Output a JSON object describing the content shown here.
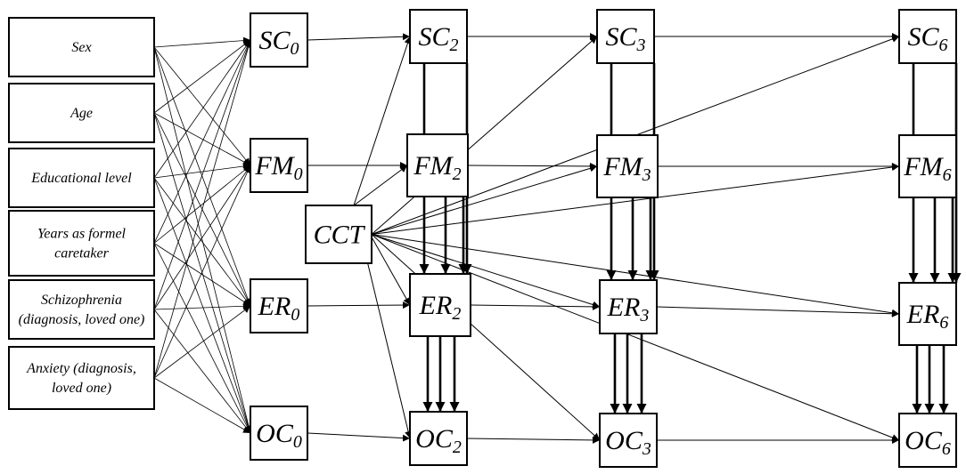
{
  "covariates": [
    {
      "id": "sex",
      "lines": [
        "Sex"
      ]
    },
    {
      "id": "age",
      "lines": [
        "Age"
      ]
    },
    {
      "id": "edu",
      "lines": [
        "Educational level"
      ]
    },
    {
      "id": "years",
      "lines": [
        "Years as formel",
        "caretaker"
      ]
    },
    {
      "id": "schizo",
      "lines": [
        "Schizophrenia",
        "(diagnosis, loved one)"
      ]
    },
    {
      "id": "anx",
      "lines": [
        "Anxiety (diagnosis,",
        "loved one)"
      ]
    }
  ],
  "nodes": {
    "SC0": {
      "main": "SC",
      "sub": "0"
    },
    "FM0": {
      "main": "FM",
      "sub": "0"
    },
    "ER0": {
      "main": "ER",
      "sub": "0"
    },
    "OC0": {
      "main": "OC",
      "sub": "0"
    },
    "SC2": {
      "main": "SC",
      "sub": "2"
    },
    "FM2": {
      "main": "FM",
      "sub": "2"
    },
    "ER2": {
      "main": "ER",
      "sub": "2"
    },
    "OC2": {
      "main": "OC",
      "sub": "2"
    },
    "SC3": {
      "main": "SC",
      "sub": "3"
    },
    "FM3": {
      "main": "FM",
      "sub": "3"
    },
    "ER3": {
      "main": "ER",
      "sub": "3"
    },
    "OC3": {
      "main": "OC",
      "sub": "3"
    },
    "SC6": {
      "main": "SC",
      "sub": "6"
    },
    "FM6": {
      "main": "FM",
      "sub": "6"
    },
    "ER6": {
      "main": "ER",
      "sub": "6"
    },
    "OC6": {
      "main": "OC",
      "sub": "6"
    },
    "CCT": {
      "main": "CCT",
      "sub": ""
    }
  }
}
